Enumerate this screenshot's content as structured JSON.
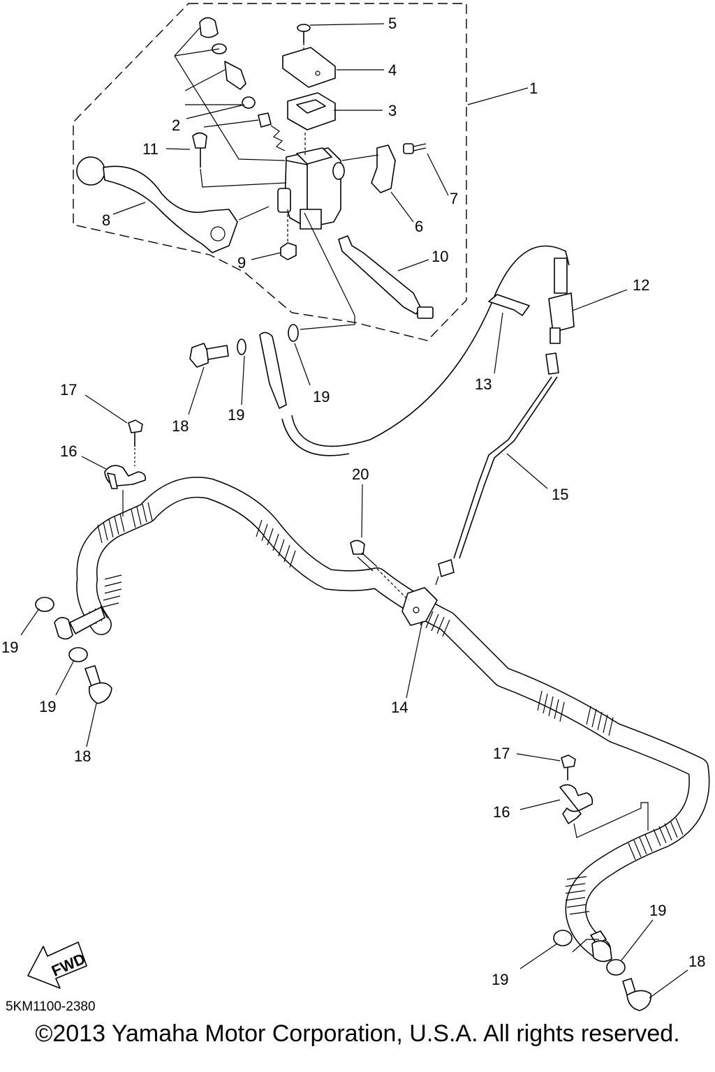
{
  "diagram": {
    "callouts": [
      "1",
      "2",
      "3",
      "4",
      "5",
      "6",
      "7",
      "8",
      "9",
      "10",
      "11",
      "12",
      "13",
      "14",
      "15",
      "16",
      "17",
      "18",
      "19",
      "20"
    ],
    "direction_label": "FWD",
    "drawing_code": "5KM1100-2380"
  },
  "footer": {
    "copyright": "©2013 Yamaha Motor Corporation, U.S.A. All rights reserved."
  }
}
